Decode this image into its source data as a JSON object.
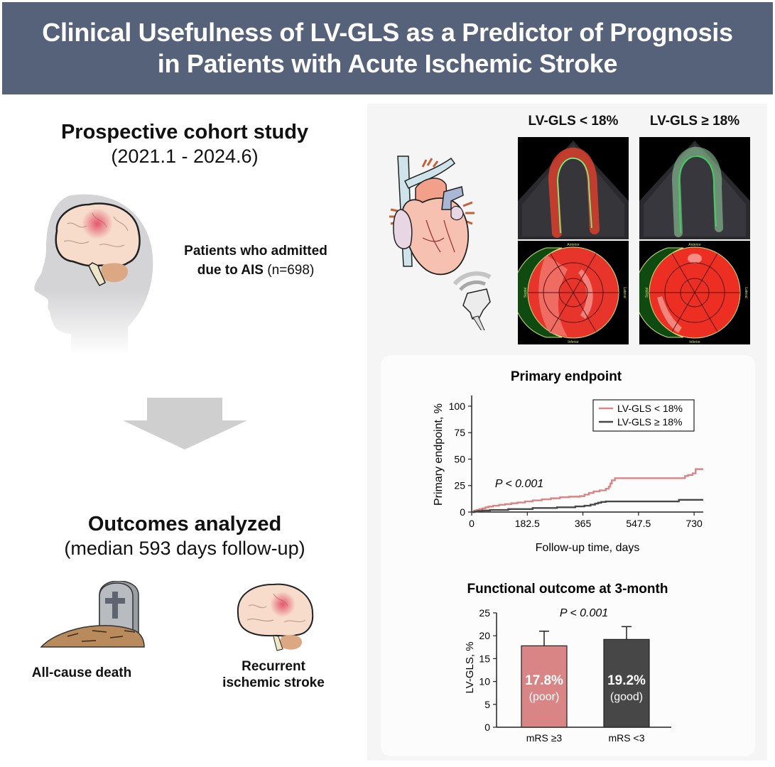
{
  "header": {
    "title_line1": "Clinical Usefulness of LV-GLS as a Predictor of Prognosis",
    "title_line2": "in Patients with Acute Ischemic Stroke"
  },
  "study": {
    "heading": "Prospective cohort study",
    "period": "(2021.1 - 2024.6)",
    "population_bold_1": "Patients who admitted",
    "population_bold_2": "due to AIS",
    "population_n": "(n=698)"
  },
  "outcomes": {
    "heading": "Outcomes analyzed",
    "followup": "(median 593 days follow-up)",
    "items": [
      {
        "label": "All-cause death",
        "icon": "gravestone-icon"
      },
      {
        "label_line1": "Recurrent",
        "label_line2": "ischemic stroke",
        "icon": "brain-icon"
      }
    ]
  },
  "echo": {
    "groups": [
      {
        "label": "LV-GLS < 18%",
        "strain_color": "#d9402e"
      },
      {
        "label": "LV-GLS ≥ 18%",
        "strain_color": "#3fd15a"
      }
    ],
    "bullseye_directions": {
      "top": "Anterior",
      "bottom": "Inferior",
      "left": "Septal",
      "right": "Lateral"
    }
  },
  "colors": {
    "header_bg": "#56627a",
    "low_gls": "#d98585",
    "high_gls": "#474747"
  },
  "chart_data": [
    {
      "type": "line",
      "subtype": "kaplan-meier-cumulative-incidence",
      "title": "Primary endpoint",
      "xlabel": "Follow-up time, days",
      "ylabel": "Primary endpoint, %",
      "xlim": [
        0,
        760
      ],
      "ylim": [
        0,
        110
      ],
      "xticks": [
        0,
        182.5,
        365,
        547.5,
        730
      ],
      "xtick_labels": [
        "0",
        "182.5",
        "365",
        "547.5",
        "730"
      ],
      "yticks": [
        0,
        25,
        50,
        75,
        100
      ],
      "ytick_labels": [
        "0",
        "25",
        "50",
        "75",
        "100"
      ],
      "legend_position": "top-right",
      "annotation": "P < 0.001",
      "series": [
        {
          "name": "LV-GLS < 18%",
          "color": "#d98585",
          "x": [
            0,
            8,
            15,
            25,
            35,
            45,
            55,
            70,
            90,
            110,
            130,
            150,
            175,
            200,
            230,
            260,
            290,
            320,
            355,
            370,
            385,
            400,
            420,
            440,
            450,
            455,
            460,
            470,
            490,
            520,
            560,
            620,
            680,
            700,
            710,
            725,
            735,
            760
          ],
          "y": [
            0,
            1.2,
            2.0,
            2.8,
            3.5,
            4.5,
            5.2,
            6.0,
            6.8,
            7.5,
            8.3,
            9.0,
            10.0,
            11.0,
            12.0,
            13.0,
            14.0,
            14.5,
            15.0,
            16.5,
            18.0,
            19.5,
            20.5,
            22.0,
            24.0,
            27.0,
            30.0,
            32.0,
            32.0,
            32.0,
            32.0,
            32.0,
            32.0,
            34.0,
            35.0,
            36.5,
            40.5,
            40.5
          ]
        },
        {
          "name": "LV-GLS ≥ 18%",
          "color": "#474747",
          "x": [
            0,
            10,
            20,
            35,
            60,
            120,
            200,
            280,
            340,
            370,
            390,
            405,
            415,
            425,
            440,
            500,
            600,
            650,
            680,
            760
          ],
          "y": [
            0,
            0.5,
            1.0,
            1.5,
            2.0,
            2.8,
            3.8,
            4.5,
            5.3,
            6.0,
            7.0,
            8.0,
            8.8,
            9.5,
            10.0,
            10.0,
            10.0,
            10.0,
            11.5,
            11.5
          ]
        }
      ]
    },
    {
      "type": "bar",
      "title": "Functional outcome at 3-month",
      "ylabel": "LV-GLS, %",
      "xlabel": "",
      "ylim": [
        0,
        25
      ],
      "yticks": [
        0,
        5,
        10,
        15,
        20,
        25
      ],
      "ytick_labels": [
        "0",
        "5",
        "10",
        "15",
        "20",
        "25"
      ],
      "categories": [
        "mRS ≥3",
        "mRS <3"
      ],
      "values": [
        17.8,
        19.2
      ],
      "error_upper": [
        21.0,
        22.0
      ],
      "value_labels": [
        "17.8%",
        "19.2%"
      ],
      "sub_labels": [
        "(poor)",
        "(good)"
      ],
      "colors": [
        "#d98585",
        "#474747"
      ],
      "annotation": "P < 0.001"
    }
  ]
}
